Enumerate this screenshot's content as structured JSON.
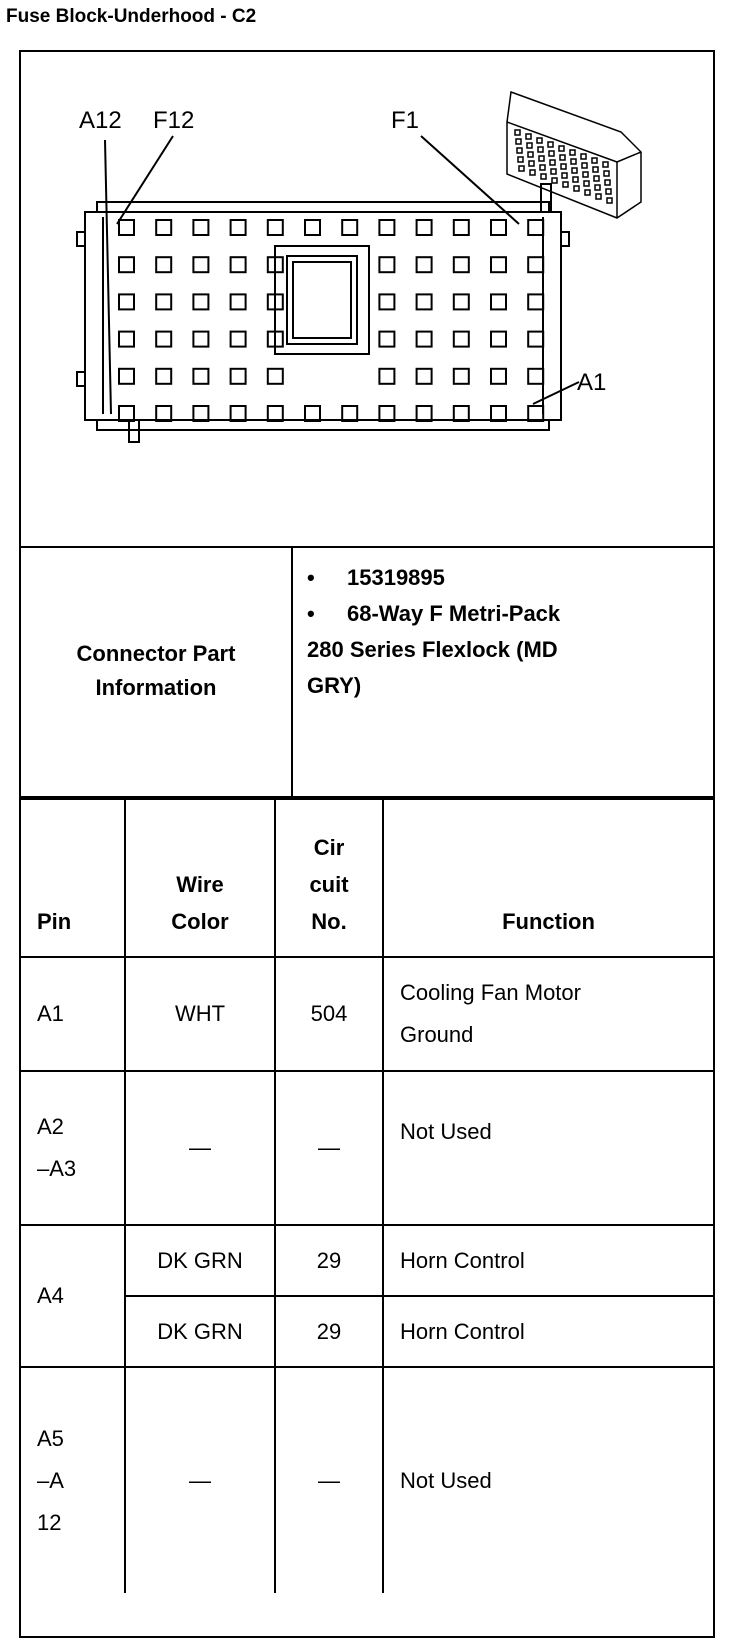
{
  "title": "Fuse Block-Underhood - C2",
  "diagram": {
    "labels": {
      "a12": "A12",
      "f12": "F12",
      "f1": "F1",
      "a1": "A1"
    }
  },
  "connector_info": {
    "label_line1": "Connector Part",
    "label_line2": "Information",
    "items": [
      {
        "bullet": "•",
        "text": "15319895"
      },
      {
        "bullet": "•",
        "text": "68-Way F Metri-Pack"
      }
    ],
    "continuation_line1": "280 Series Flexlock (MD",
    "continuation_line2": "GRY)"
  },
  "table": {
    "headers": {
      "pin": "Pin",
      "wire_color_1": "Wire",
      "wire_color_2": "Color",
      "circuit_1": "Cir",
      "circuit_2": "cuit",
      "circuit_3": "No.",
      "function": "Function"
    },
    "rows": [
      {
        "pin": [
          "A1"
        ],
        "wire": "WHT",
        "circuit": "504",
        "function": [
          "Cooling Fan Motor",
          "Ground"
        ]
      },
      {
        "pin": [
          "A2",
          "–A3"
        ],
        "wire": "—",
        "circuit": "—",
        "function": [
          "Not Used"
        ]
      },
      {
        "pin": [
          "A4"
        ],
        "wire": "DK GRN",
        "circuit": "29",
        "function": [
          "Horn Control"
        ]
      },
      {
        "pin": [],
        "wire": "DK GRN",
        "circuit": "29",
        "function": [
          "Horn Control"
        ]
      },
      {
        "pin": [
          "A5",
          "–A",
          "12"
        ],
        "wire": "—",
        "circuit": "—",
        "function": [
          "Not Used"
        ]
      }
    ]
  }
}
